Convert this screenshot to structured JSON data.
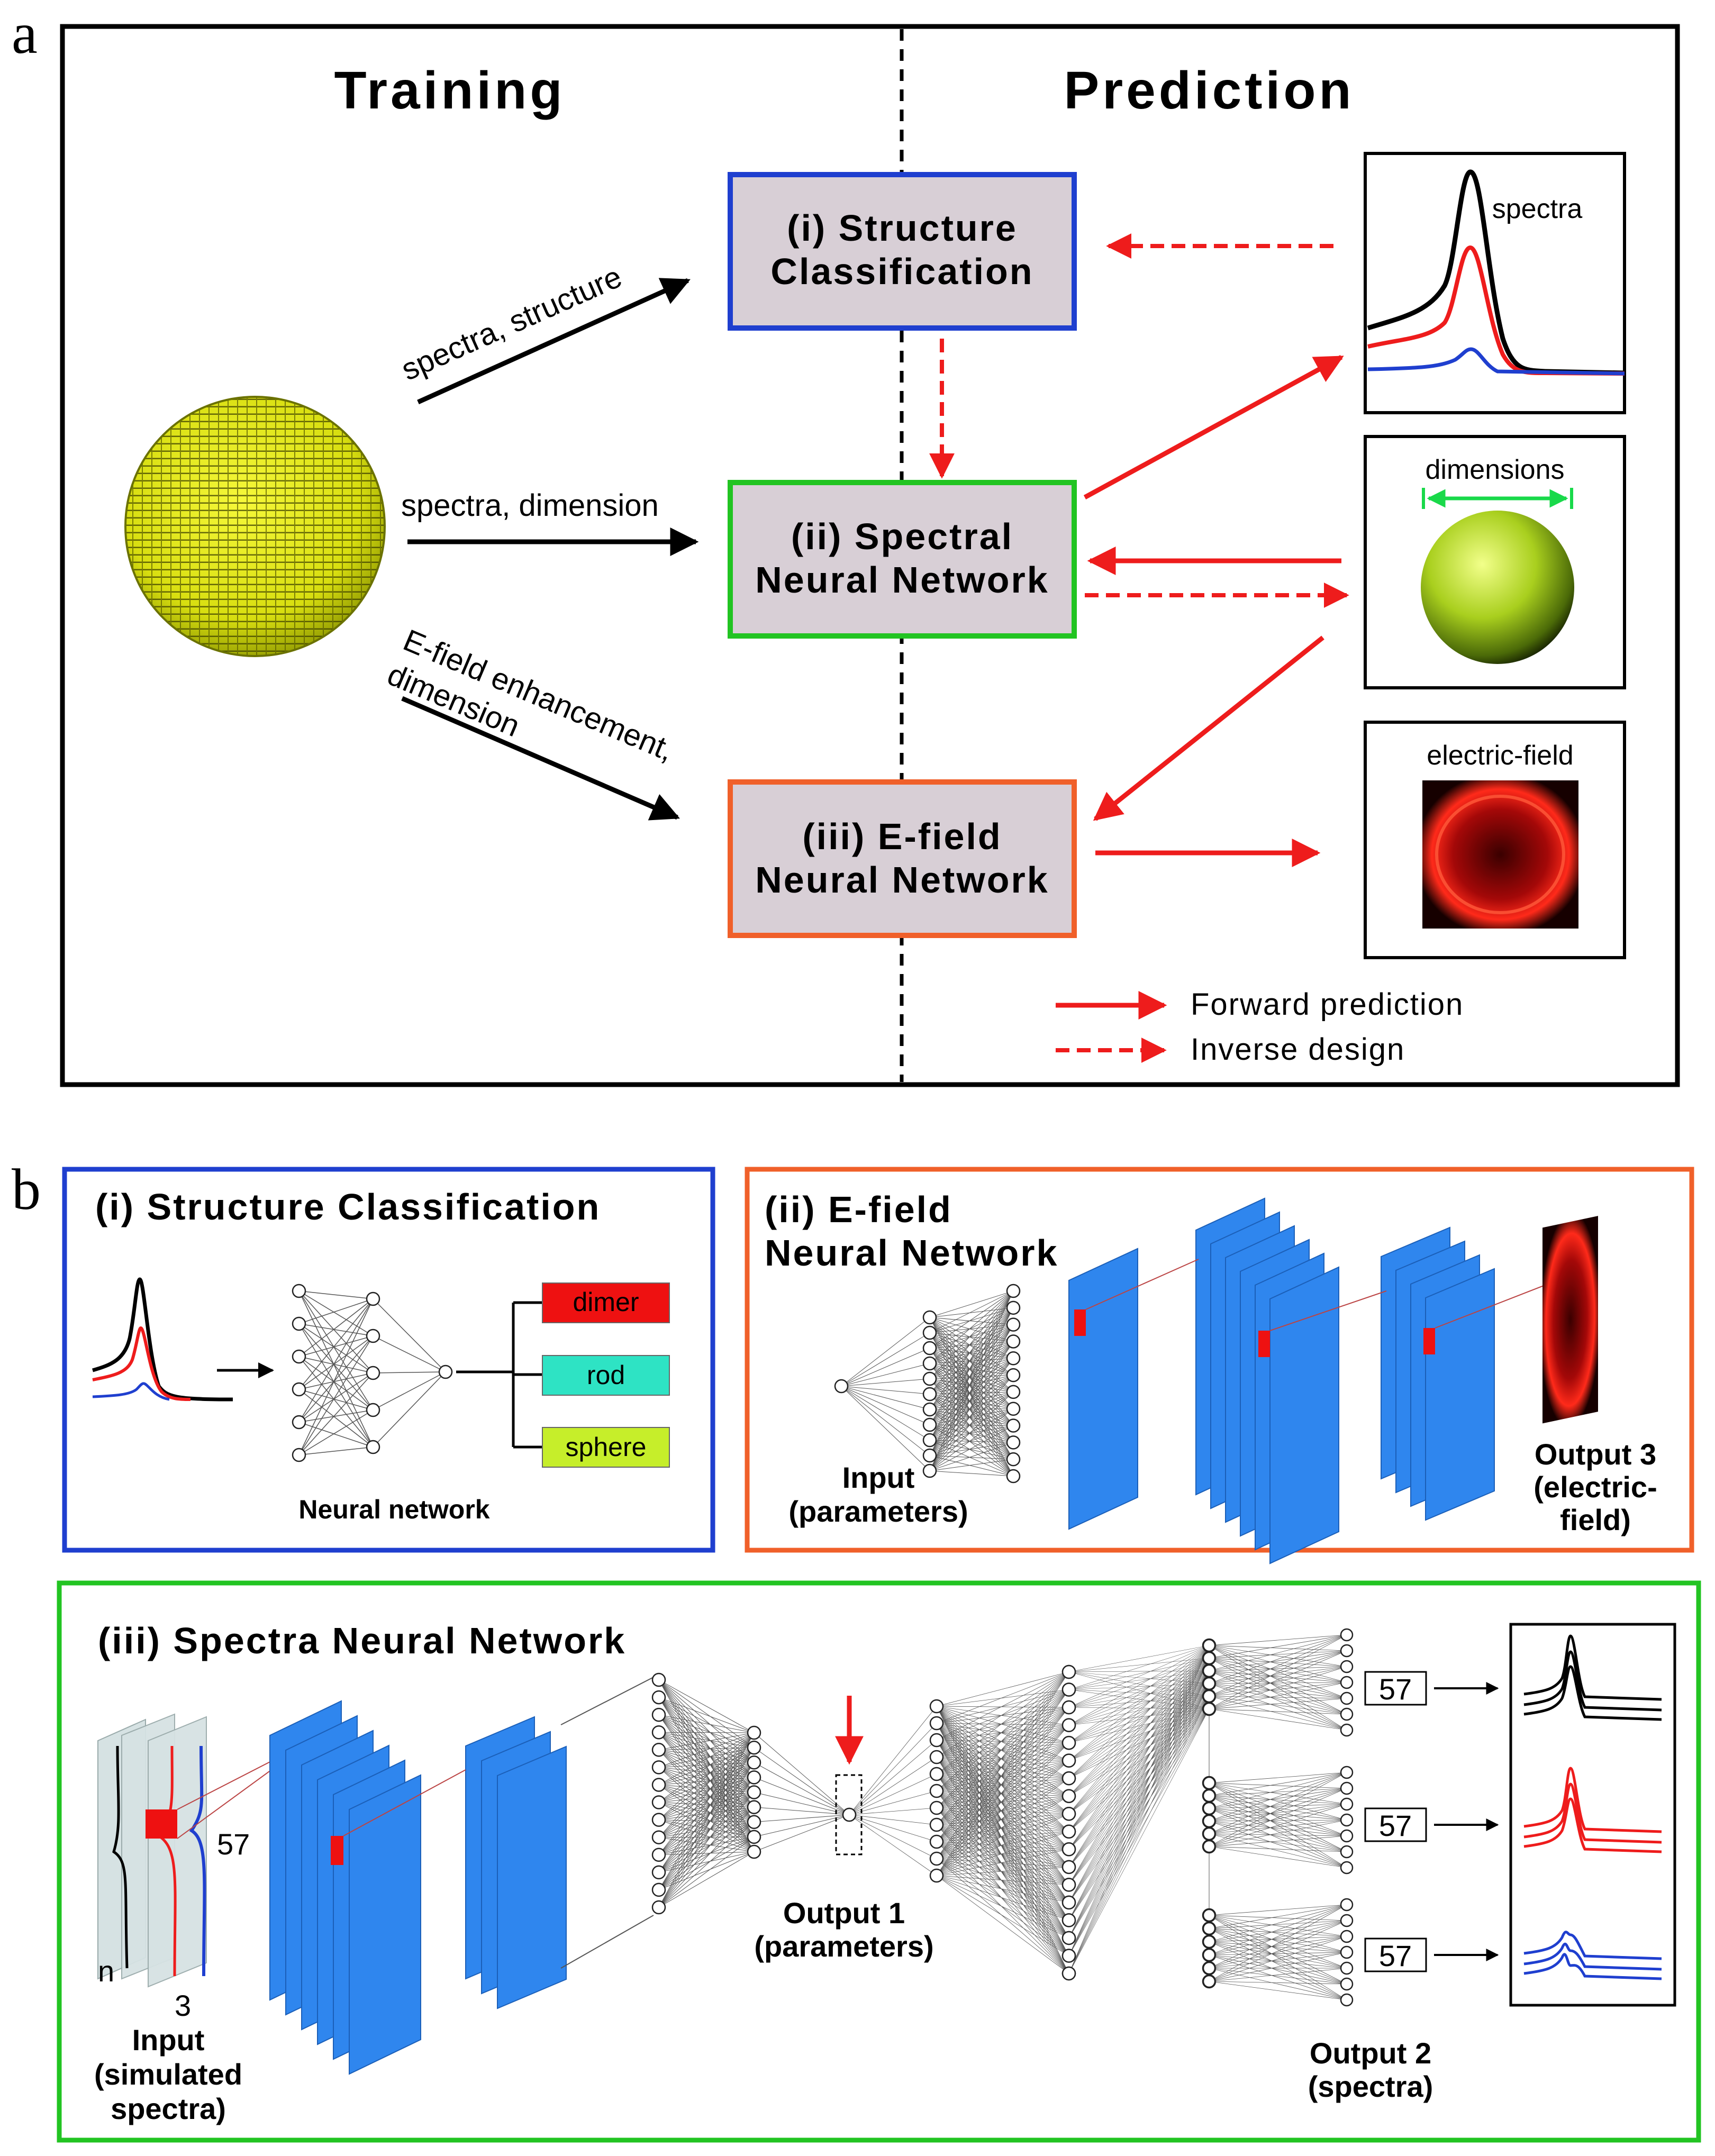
{
  "panel_a": {
    "letter": "a",
    "training_title": "Training",
    "prediction_title": "Prediction",
    "boxes": {
      "structure": {
        "line1": "(i) Structure",
        "line2": "Classification"
      },
      "spectral": {
        "line1": "(ii) Spectral",
        "line2": "Neural Network"
      },
      "efield": {
        "line1": "(iii) E-field",
        "line2": "Neural Network"
      }
    },
    "arrow_labels": {
      "spectra_structure": "spectra, structure",
      "spectra_dimension": "spectra, dimension",
      "efield_line1": "E-field enhancement,",
      "efield_line2": "dimension"
    },
    "thumbnails": {
      "spectra": "spectra",
      "dimensions": "dimensions",
      "electric_field": "electric-field"
    },
    "legend": {
      "forward": "Forward prediction",
      "inverse": "Inverse design"
    }
  },
  "panel_b": {
    "letter": "b",
    "structure_classification": {
      "title": "(i) Structure Classification",
      "classes": [
        "dimer",
        "rod",
        "sphere"
      ],
      "network_label": "Neural network"
    },
    "efield_network": {
      "title_line1": "(ii) E-field",
      "title_line2": "Neural Network",
      "input_line1": "Input",
      "input_line2": "(parameters)",
      "output_line1": "Output 3",
      "output_line2": "(electric-",
      "output_line3": "field)"
    },
    "spectra_network": {
      "title": "(iii) Spectra Neural Network",
      "stack_label": "57",
      "n_label": "n",
      "three_label": "3",
      "input_line1": "Input",
      "input_line2": "(simulated",
      "input_line3": "spectra)",
      "output1_line1": "Output 1",
      "output1_line2": "(parameters)",
      "output2_line1": "Output 2",
      "output2_line2": "(spectra)",
      "output_counts": [
        "57",
        "57",
        "57"
      ]
    }
  },
  "colors": {
    "blue_frame": "#1f3fcf",
    "green_frame": "#22c422",
    "orange_frame": "#f0602a",
    "box_fill": "#d8cfd6",
    "red": "#ee1c1c",
    "layer_blue": "#2f86ee",
    "dimer_fill": "#ee1111",
    "rod_fill": "#2ee3c4",
    "sphere_fill": "#c6ee2a"
  }
}
